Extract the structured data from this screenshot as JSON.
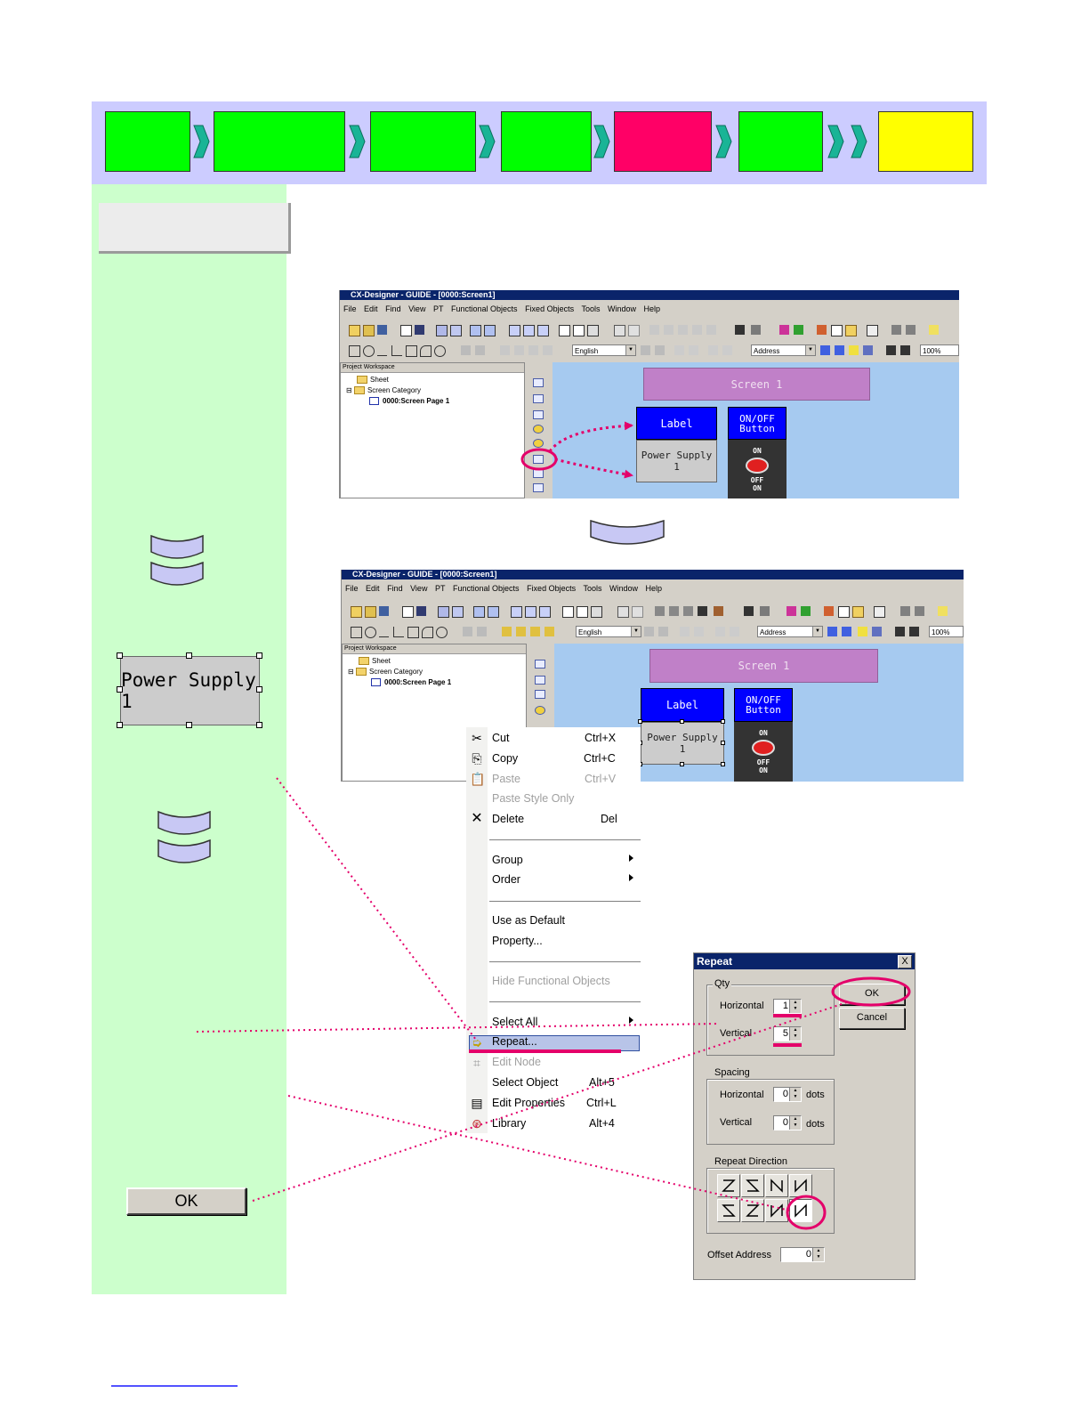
{
  "colors": {
    "step_done": "#00ff00",
    "step_current": "#ff0066",
    "step_final": "#ffff00",
    "chevron": "#19b496",
    "stepbar_bg": "#ccccff",
    "left_panel_bg": "#ccffcc",
    "highlight": "#e4006a",
    "canvas_bg": "#a6caf0",
    "screen_label_bg": "#c080c8",
    "label_obj_bg": "#0000ff",
    "dialog_title_bg": "#0a246a"
  },
  "left": {
    "sample_object": "Power Supply 1",
    "ok_button": "OK"
  },
  "window1": {
    "title": "CX-Designer - GUIDE - [0000:Screen1]",
    "menu": [
      "File",
      "Edit",
      "Find",
      "View",
      "PT",
      "Functional Objects",
      "Fixed Objects",
      "Tools",
      "Window",
      "Help"
    ],
    "language": "English",
    "address": "Address",
    "zoom": "100%",
    "workspace_title": "Project Workspace",
    "tree": [
      "Sheet",
      "Screen Category",
      "0000:Screen Page 1"
    ],
    "screen_label": "Screen 1",
    "label_obj": "Label",
    "onoff_button": "ON/OFF Button",
    "power_supply": "Power Supply 1",
    "on_text": "ON",
    "off_text": "OFF"
  },
  "window2": {
    "title": "CX-Designer - GUIDE - [0000:Screen1]",
    "menu": [
      "File",
      "Edit",
      "Find",
      "View",
      "PT",
      "Functional Objects",
      "Fixed Objects",
      "Tools",
      "Window",
      "Help"
    ],
    "language": "English",
    "address": "Address",
    "zoom": "100%",
    "workspace_title": "Project Workspace",
    "tree": [
      "Sheet",
      "Screen Category",
      "0000:Screen Page 1"
    ],
    "screen_label": "Screen 1",
    "label_obj": "Label",
    "onoff_button": "ON/OFF Button",
    "power_supply": "Power Supply 1",
    "on_text": "ON",
    "off_text": "OFF"
  },
  "context_menu": {
    "items": [
      {
        "label": "Cut",
        "shortcut": "Ctrl+X",
        "disabled": false
      },
      {
        "label": "Copy",
        "shortcut": "Ctrl+C",
        "disabled": false
      },
      {
        "label": "Paste",
        "shortcut": "Ctrl+V",
        "disabled": true
      },
      {
        "label": "Paste Style Only",
        "shortcut": "",
        "disabled": true
      },
      {
        "label": "Delete",
        "shortcut": "Del",
        "disabled": false
      },
      {
        "label": "Group",
        "shortcut": "",
        "disabled": false
      },
      {
        "label": "Order",
        "shortcut": "",
        "disabled": false
      },
      {
        "label": "Use as Default",
        "shortcut": "",
        "disabled": false
      },
      {
        "label": "Property...",
        "shortcut": "",
        "disabled": false
      },
      {
        "label": "Hide Functional Objects",
        "shortcut": "",
        "disabled": true
      },
      {
        "label": "Select All",
        "shortcut": "",
        "disabled": false
      },
      {
        "label": "Repeat...",
        "shortcut": "",
        "disabled": false
      },
      {
        "label": "Edit Node",
        "shortcut": "",
        "disabled": true
      },
      {
        "label": "Select Object",
        "shortcut": "Alt+5",
        "disabled": false
      },
      {
        "label": "Edit Properties",
        "shortcut": "Ctrl+L",
        "disabled": false
      },
      {
        "label": "Library",
        "shortcut": "Alt+4",
        "disabled": false
      }
    ]
  },
  "repeat_dialog": {
    "title": "Repeat",
    "close": "X",
    "qty_group": "Qty",
    "horizontal_label": "Horizontal",
    "horizontal_value": "1",
    "vertical_label": "Vertical",
    "vertical_value": "5",
    "ok": "OK",
    "cancel": "Cancel",
    "spacing_group": "Spacing",
    "spacing_h_label": "Horizontal",
    "spacing_h_value": "0",
    "spacing_v_label": "Vertical",
    "spacing_v_value": "0",
    "dots": "dots",
    "direction_group": "Repeat Direction",
    "offset_label": "Offset Address",
    "offset_value": "0"
  }
}
